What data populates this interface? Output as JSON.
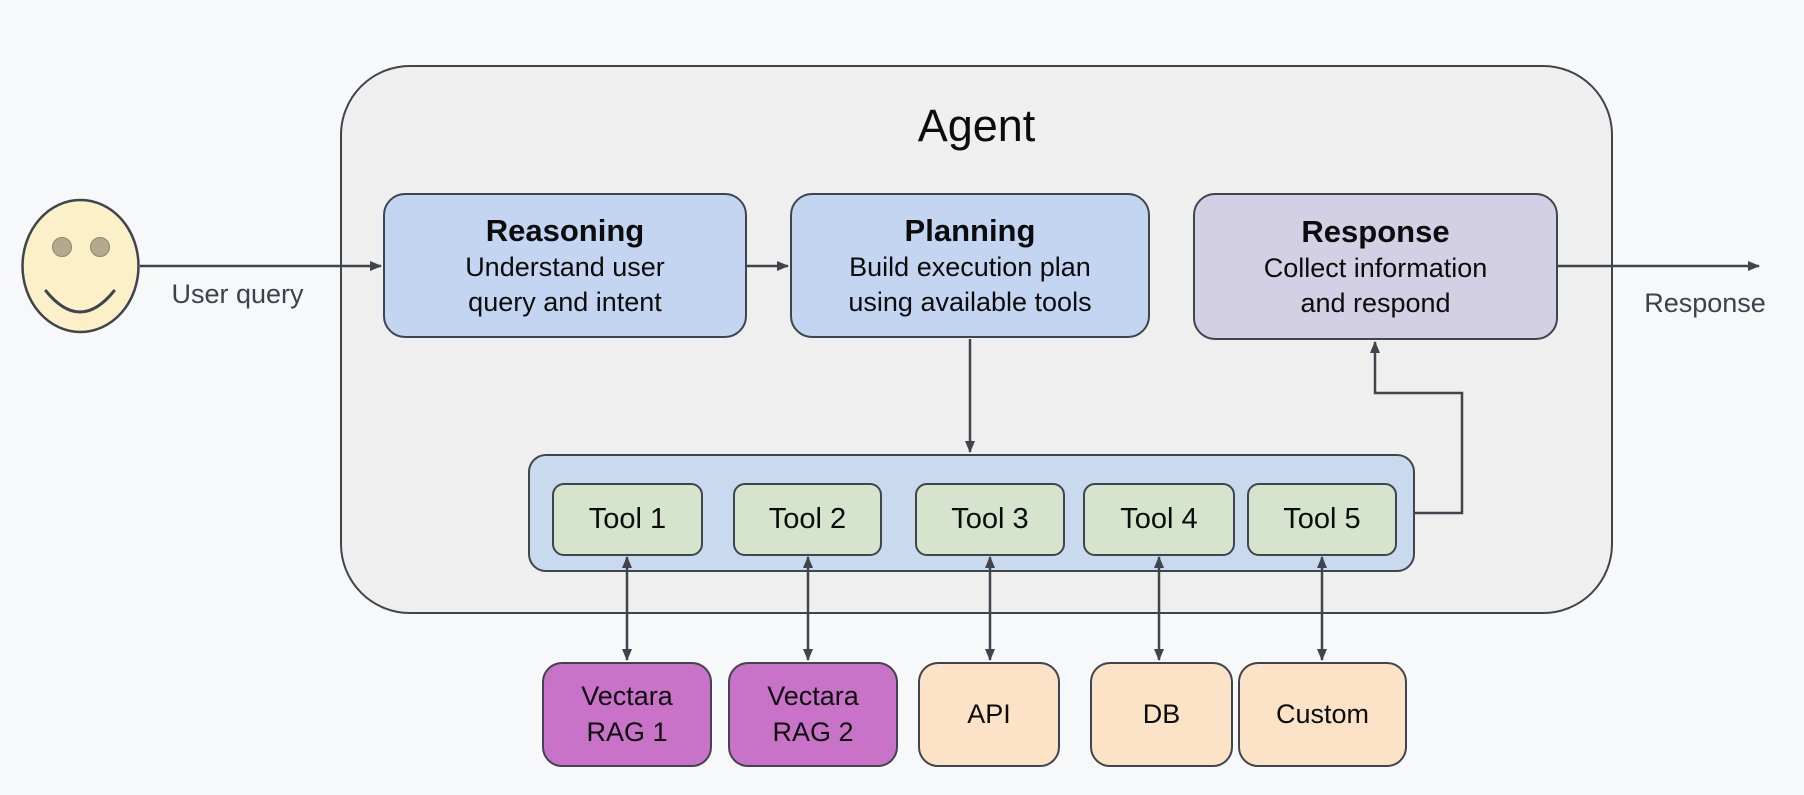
{
  "diagram": {
    "title": "Agent",
    "input_label": "User query",
    "output_label": "Response"
  },
  "stages": {
    "reasoning": {
      "title": "Reasoning",
      "subtitle": "Understand user query and intent",
      "lines": [
        "Understand user",
        "query and intent"
      ]
    },
    "planning": {
      "title": "Planning",
      "subtitle": "Build execution plan using available tools",
      "lines": [
        "Build execution plan",
        "using available tools"
      ]
    },
    "response": {
      "title": "Response",
      "subtitle": "Collect information and respond",
      "lines": [
        "Collect information",
        "and respond"
      ]
    }
  },
  "tools": [
    {
      "label": "Tool 1"
    },
    {
      "label": "Tool 2"
    },
    {
      "label": "Tool 3"
    },
    {
      "label": "Tool 4"
    },
    {
      "label": "Tool 5"
    }
  ],
  "resources": [
    {
      "label": "Vectara RAG 1",
      "lines": [
        "Vectara",
        "RAG 1"
      ],
      "color": "#c873c8"
    },
    {
      "label": "Vectara RAG 2",
      "lines": [
        "Vectara",
        "RAG 2"
      ],
      "color": "#c873c8"
    },
    {
      "label": "API",
      "lines": [
        "API"
      ],
      "color": "#fce3c8"
    },
    {
      "label": "DB",
      "lines": [
        "DB"
      ],
      "color": "#fce3c8"
    },
    {
      "label": "Custom",
      "lines": [
        "Custom"
      ],
      "color": "#fce3c8"
    }
  ],
  "colors": {
    "canvas_bg": "#f7f8fa",
    "agent_fill": "#efefef",
    "stage_blue": "#c3d5f1",
    "response_lavender": "#d3cfe4",
    "tools_blue": "#c9d9ee",
    "tool_green": "#d6e3cd",
    "vectara_magenta": "#c873c8",
    "peach": "#fce3c8",
    "smiley_yellow": "#fcf0c8",
    "smiley_eye": "#b3aa8d",
    "line": "#3f444d",
    "label_text": "#3c424c"
  }
}
